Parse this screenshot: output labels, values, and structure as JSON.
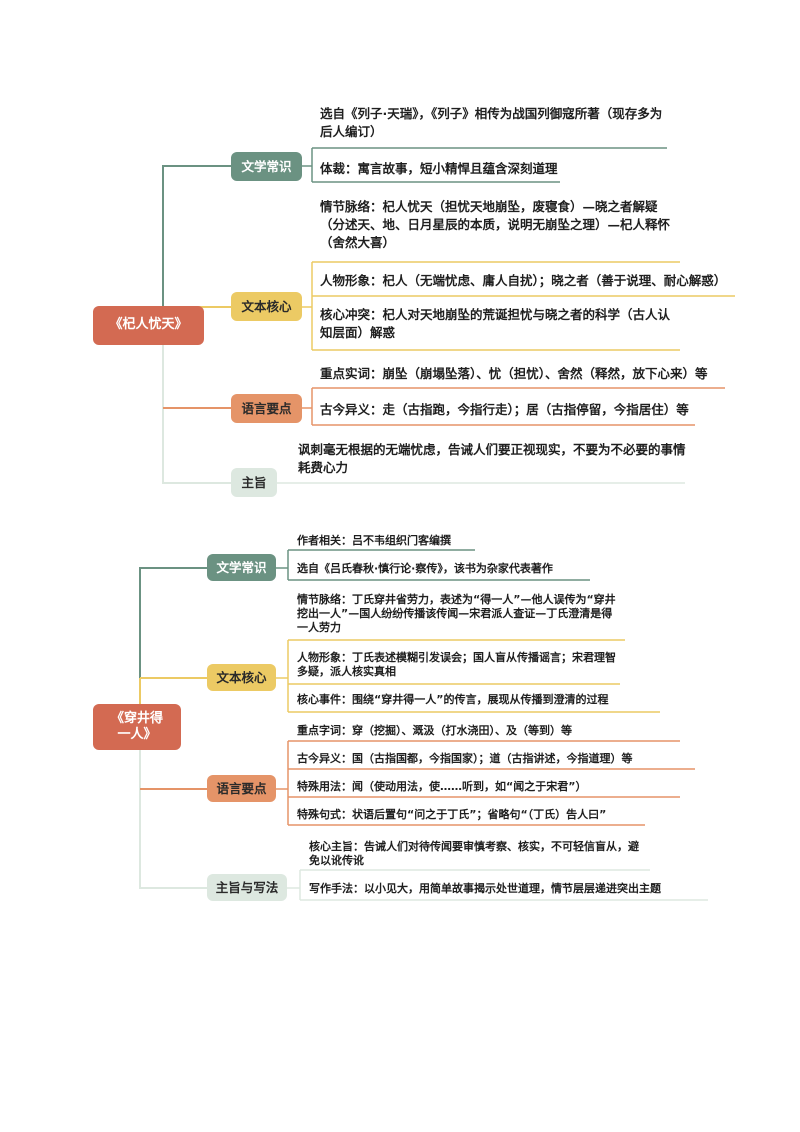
{
  "maps": [
    {
      "root": "《杞人忧天》",
      "branches": [
        {
          "label": "文学常识",
          "color": "#6b9282",
          "leaves": [
            "选自《列子·天瑞》，《列子》相传为战国列御寇所著（现存多为后人编订）",
            "体裁：寓言故事，短小精悍且蕴含深刻道理"
          ]
        },
        {
          "label": "文本核心",
          "color": "#ecca64",
          "leaves": [
            "情节脉络：杞人忧天（担忧天地崩坠，废寝食）—晓之者解疑（分述天、地、日月星辰的本质，说明无崩坠之理）—杞人释怀（舍然大喜）",
            "人物形象：杞人（无端忧虑、庸人自扰）；晓之者（善于说理、耐心解惑）",
            "核心冲突：杞人对天地崩坠的荒诞担忧与晓之者的科学（古人认知层面）解惑"
          ]
        },
        {
          "label": "语言要点",
          "color": "#e59468",
          "leaves": [
            "重点实词：崩坠（崩塌坠落）、忧（担忧）、舍然（释然，放下心来）等",
            "古今异义：走（古指跑，今指行走）；居（古指停留，今指居住）等"
          ]
        },
        {
          "label": "主旨",
          "color": "#dde8e0",
          "leaves": [
            "讽刺毫无根据的无端忧虑，告诫人们要正视现实，不要为不必要的事情耗费心力"
          ]
        }
      ]
    },
    {
      "root": "《穿井得一人》",
      "branches": [
        {
          "label": "文学常识",
          "color": "#6b9282",
          "leaves": [
            "作者相关：吕不韦组织门客编撰",
            "选自《吕氏春秋·慎行论·察传》，该书为杂家代表著作"
          ]
        },
        {
          "label": "文本核心",
          "color": "#ecca64",
          "leaves": [
            "情节脉络：丁氏穿井省劳力，表述为“得一人”—他人误传为“穿井挖出一人”—国人纷纷传播该传闻—宋君派人查证—丁氏澄清是得一人劳力",
            "人物形象：丁氏表述模糊引发误会；国人盲从传播谣言；宋君理智多疑，派人核实真相",
            "核心事件：围绕“穿井得一人”的传言，展现从传播到澄清的过程"
          ]
        },
        {
          "label": "语言要点",
          "color": "#e59468",
          "leaves": [
            "重点字词：穿（挖掘）、溉汲（打水浇田）、及（等到）等",
            "古今异义：国（古指国都，今指国家）；道（古指讲述，今指道理）等",
            "特殊用法：闻（使动用法，使……听到，如“闻之于宋君”）",
            "特殊句式：状语后置句“问之于丁氏”；省略句“（丁氏）告人曰”"
          ]
        },
        {
          "label": "主旨与写法",
          "color": "#dde8e0",
          "leaves": [
            "核心主旨：告诫人们对待传闻要审慎考察、核实，不可轻信盲从，避免以讹传讹",
            "写作手法：以小见大，用简单故事揭示处世道理，情节层层递进突出主题"
          ]
        }
      ]
    }
  ]
}
